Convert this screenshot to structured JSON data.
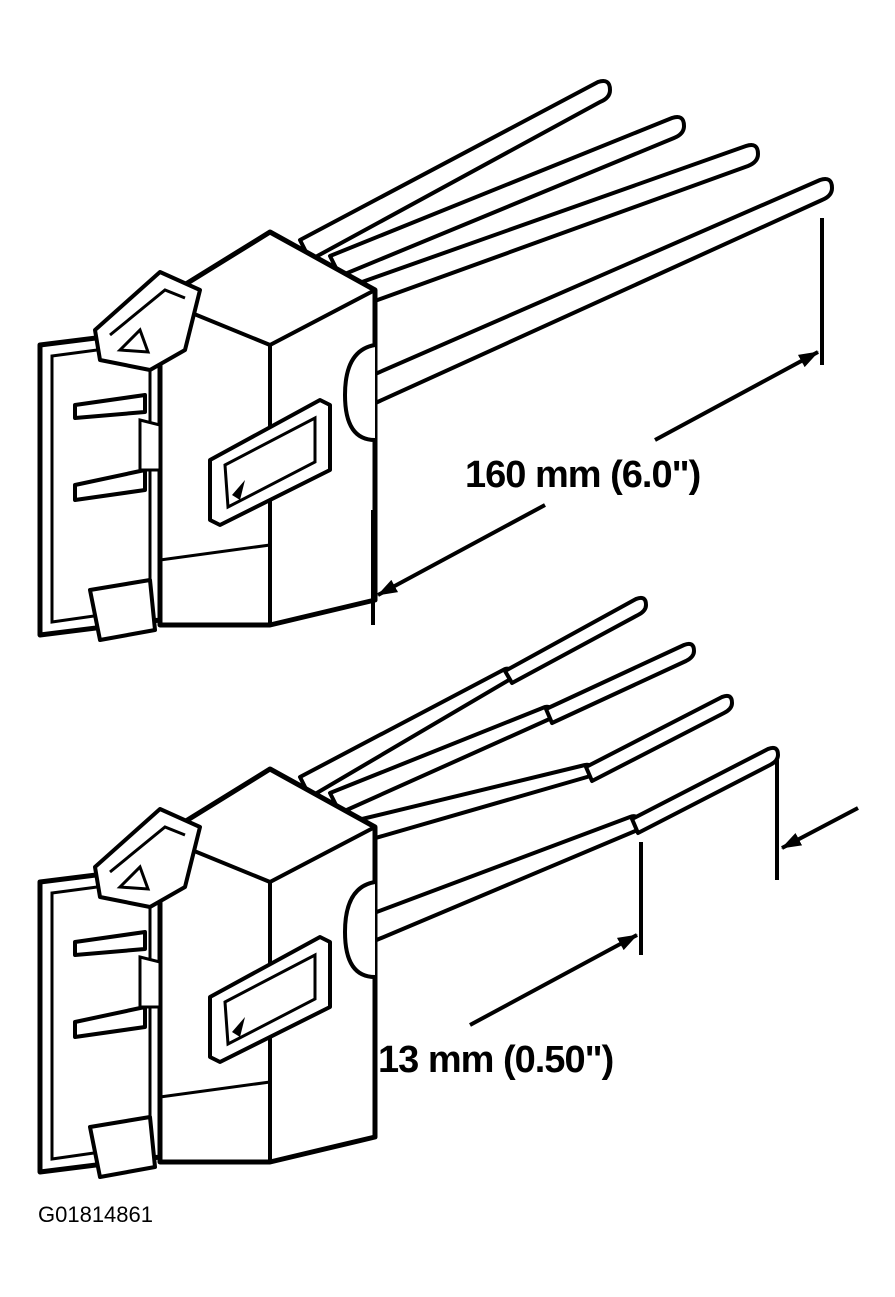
{
  "figure": {
    "top_connector": {
      "dimension_label": "160 mm (6.0\")"
    },
    "bottom_connector": {
      "dimension_label": "13 mm (0.50\")"
    },
    "figure_code": "G01814861"
  },
  "colors": {
    "line": "#000000",
    "fill": "#ffffff"
  },
  "icons": {
    "top_connector": "connector-housing-icon",
    "bottom_connector": "connector-housing-icon"
  }
}
